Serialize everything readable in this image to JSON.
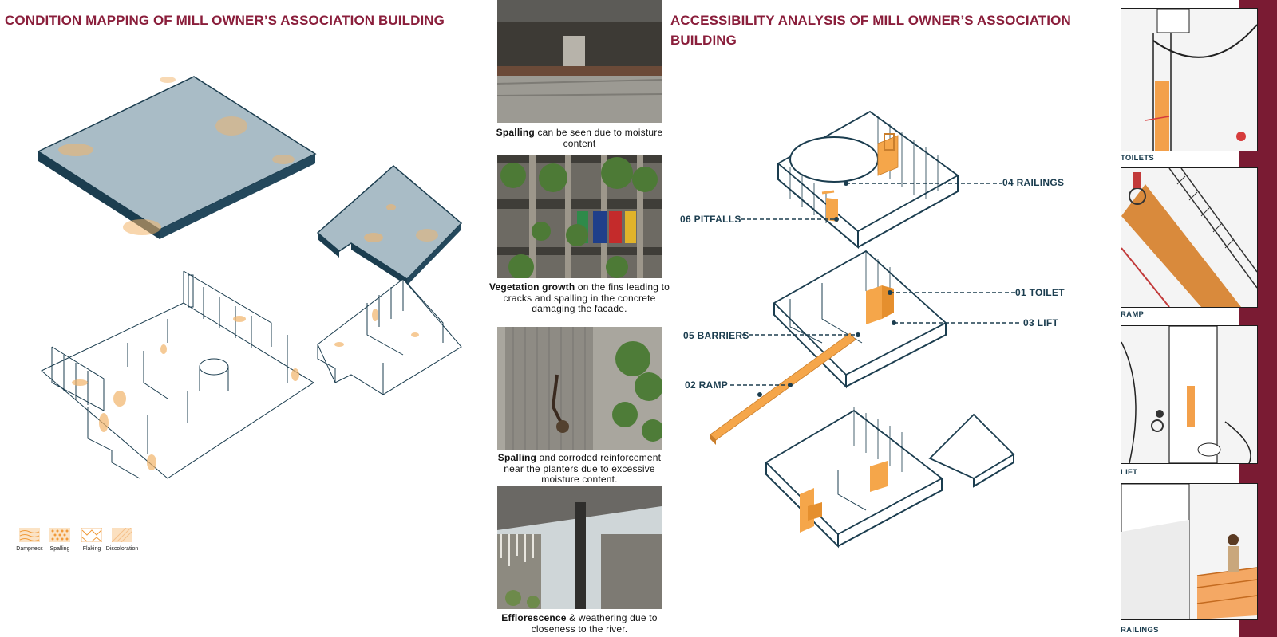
{
  "left": {
    "title": "CONDITION MAPPING OF MILL OWNER’S ASSOCIATION BUILDING",
    "legend": [
      {
        "label": "Dampness",
        "icon": "dampness-swatch"
      },
      {
        "label": "Spalling",
        "icon": "spalling-swatch"
      },
      {
        "label": "Flaking",
        "icon": "flaking-swatch"
      },
      {
        "label": "Discoloration",
        "icon": "discoloration-swatch"
      }
    ]
  },
  "photos": [
    {
      "bold": "Spalling",
      "rest": " can be seen due to moisture content"
    },
    {
      "bold": "Vegetation growth",
      "rest": " on the fins leading to cracks and spalling in the concrete damaging the facade."
    },
    {
      "bold": "Spalling",
      "rest": " and corroded reinforcement near the planters due to excessive moisture content."
    },
    {
      "bold": "Efflorescence",
      "rest": " & weathering due to closeness to the river."
    }
  ],
  "right": {
    "title": "ACCESSIBILITY ANALYSIS OF MILL OWNER’S ASSOCIATION BUILDING",
    "callouts": {
      "railings": "04 RAILINGS",
      "pitfalls": "06 PITFALLS",
      "toilet": "01 TOILET",
      "lift": "03 LIFT",
      "barriers": "05 BARRIERS",
      "ramp": "02 RAMP"
    }
  },
  "thumbs": {
    "toilets": "TOILETS",
    "ramp": "RAMP",
    "lift": "LIFT",
    "railings": "RAILINGS"
  },
  "colors": {
    "accent": "#8a1e3b",
    "teal": "#1b3d4f",
    "orange": "#f5a64a",
    "roof": "#a9bcc6"
  }
}
